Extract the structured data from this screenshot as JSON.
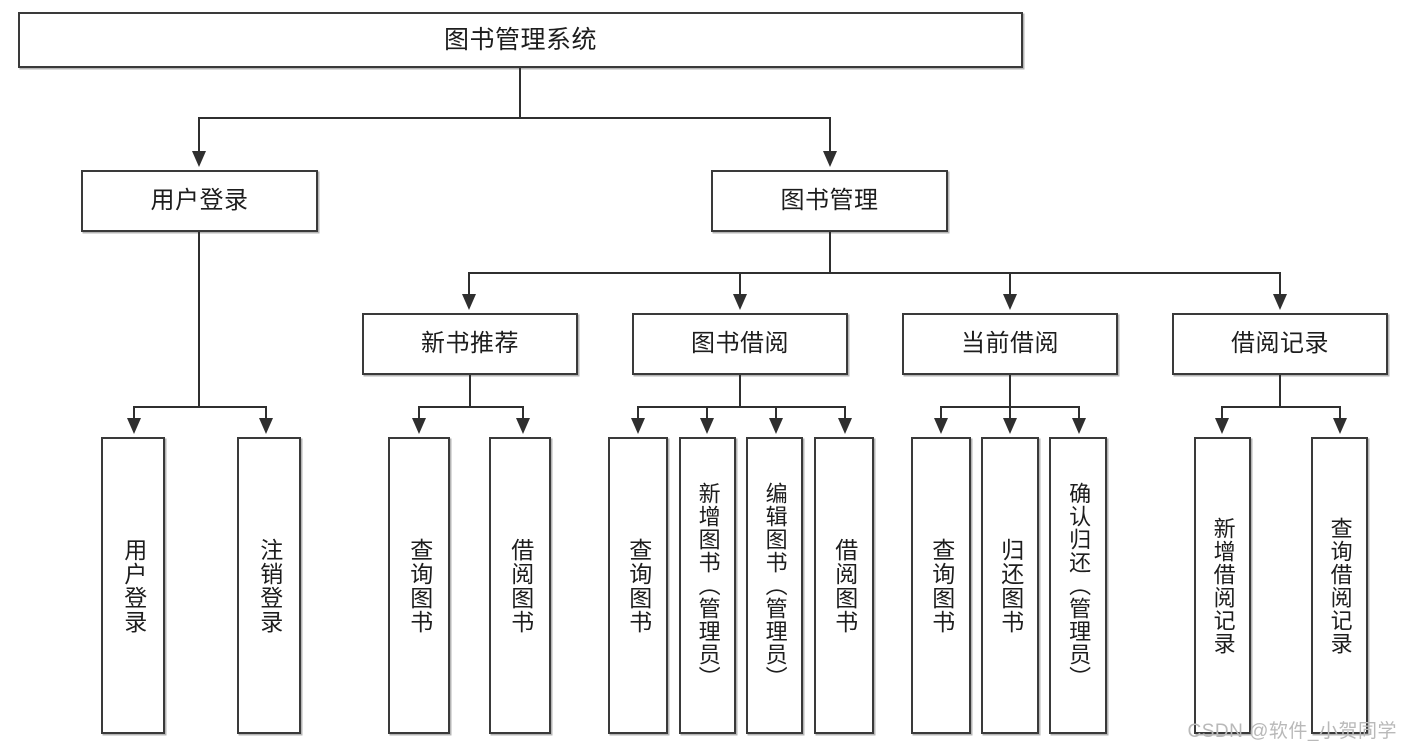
{
  "diagram": {
    "title": "图书管理系统",
    "root": {
      "label": "图书管理系统"
    },
    "level2": [
      {
        "label": "用户登录"
      },
      {
        "label": "图书管理"
      }
    ],
    "level3": [
      {
        "label": "新书推荐"
      },
      {
        "label": "图书借阅"
      },
      {
        "label": "当前借阅"
      },
      {
        "label": "借阅记录"
      }
    ],
    "leaves": {
      "user_login": [
        {
          "label": "用户登录"
        },
        {
          "label": "注销登录"
        }
      ],
      "new_book_recommend": [
        {
          "label": "查询图书"
        },
        {
          "label": "借阅图书"
        }
      ],
      "book_borrow": [
        {
          "label": "查询图书"
        },
        {
          "label": "新增图书（管理员）"
        },
        {
          "label": "编辑图书（管理员）"
        },
        {
          "label": "借阅图书"
        }
      ],
      "current_borrow": [
        {
          "label": "查询图书"
        },
        {
          "label": "归还图书"
        },
        {
          "label": "确认归还（管理员）"
        }
      ],
      "borrow_records": [
        {
          "label": "新增借阅记录"
        },
        {
          "label": "查询借阅记录"
        }
      ]
    }
  },
  "watermark": {
    "text": "CSDN @软件_小贺同学"
  },
  "colors": {
    "box_border": "#3a3a3a",
    "connector": "#2f2f2f",
    "text": "#1d1d1d",
    "background": "#ffffff",
    "watermark": "#b9b9b9"
  }
}
